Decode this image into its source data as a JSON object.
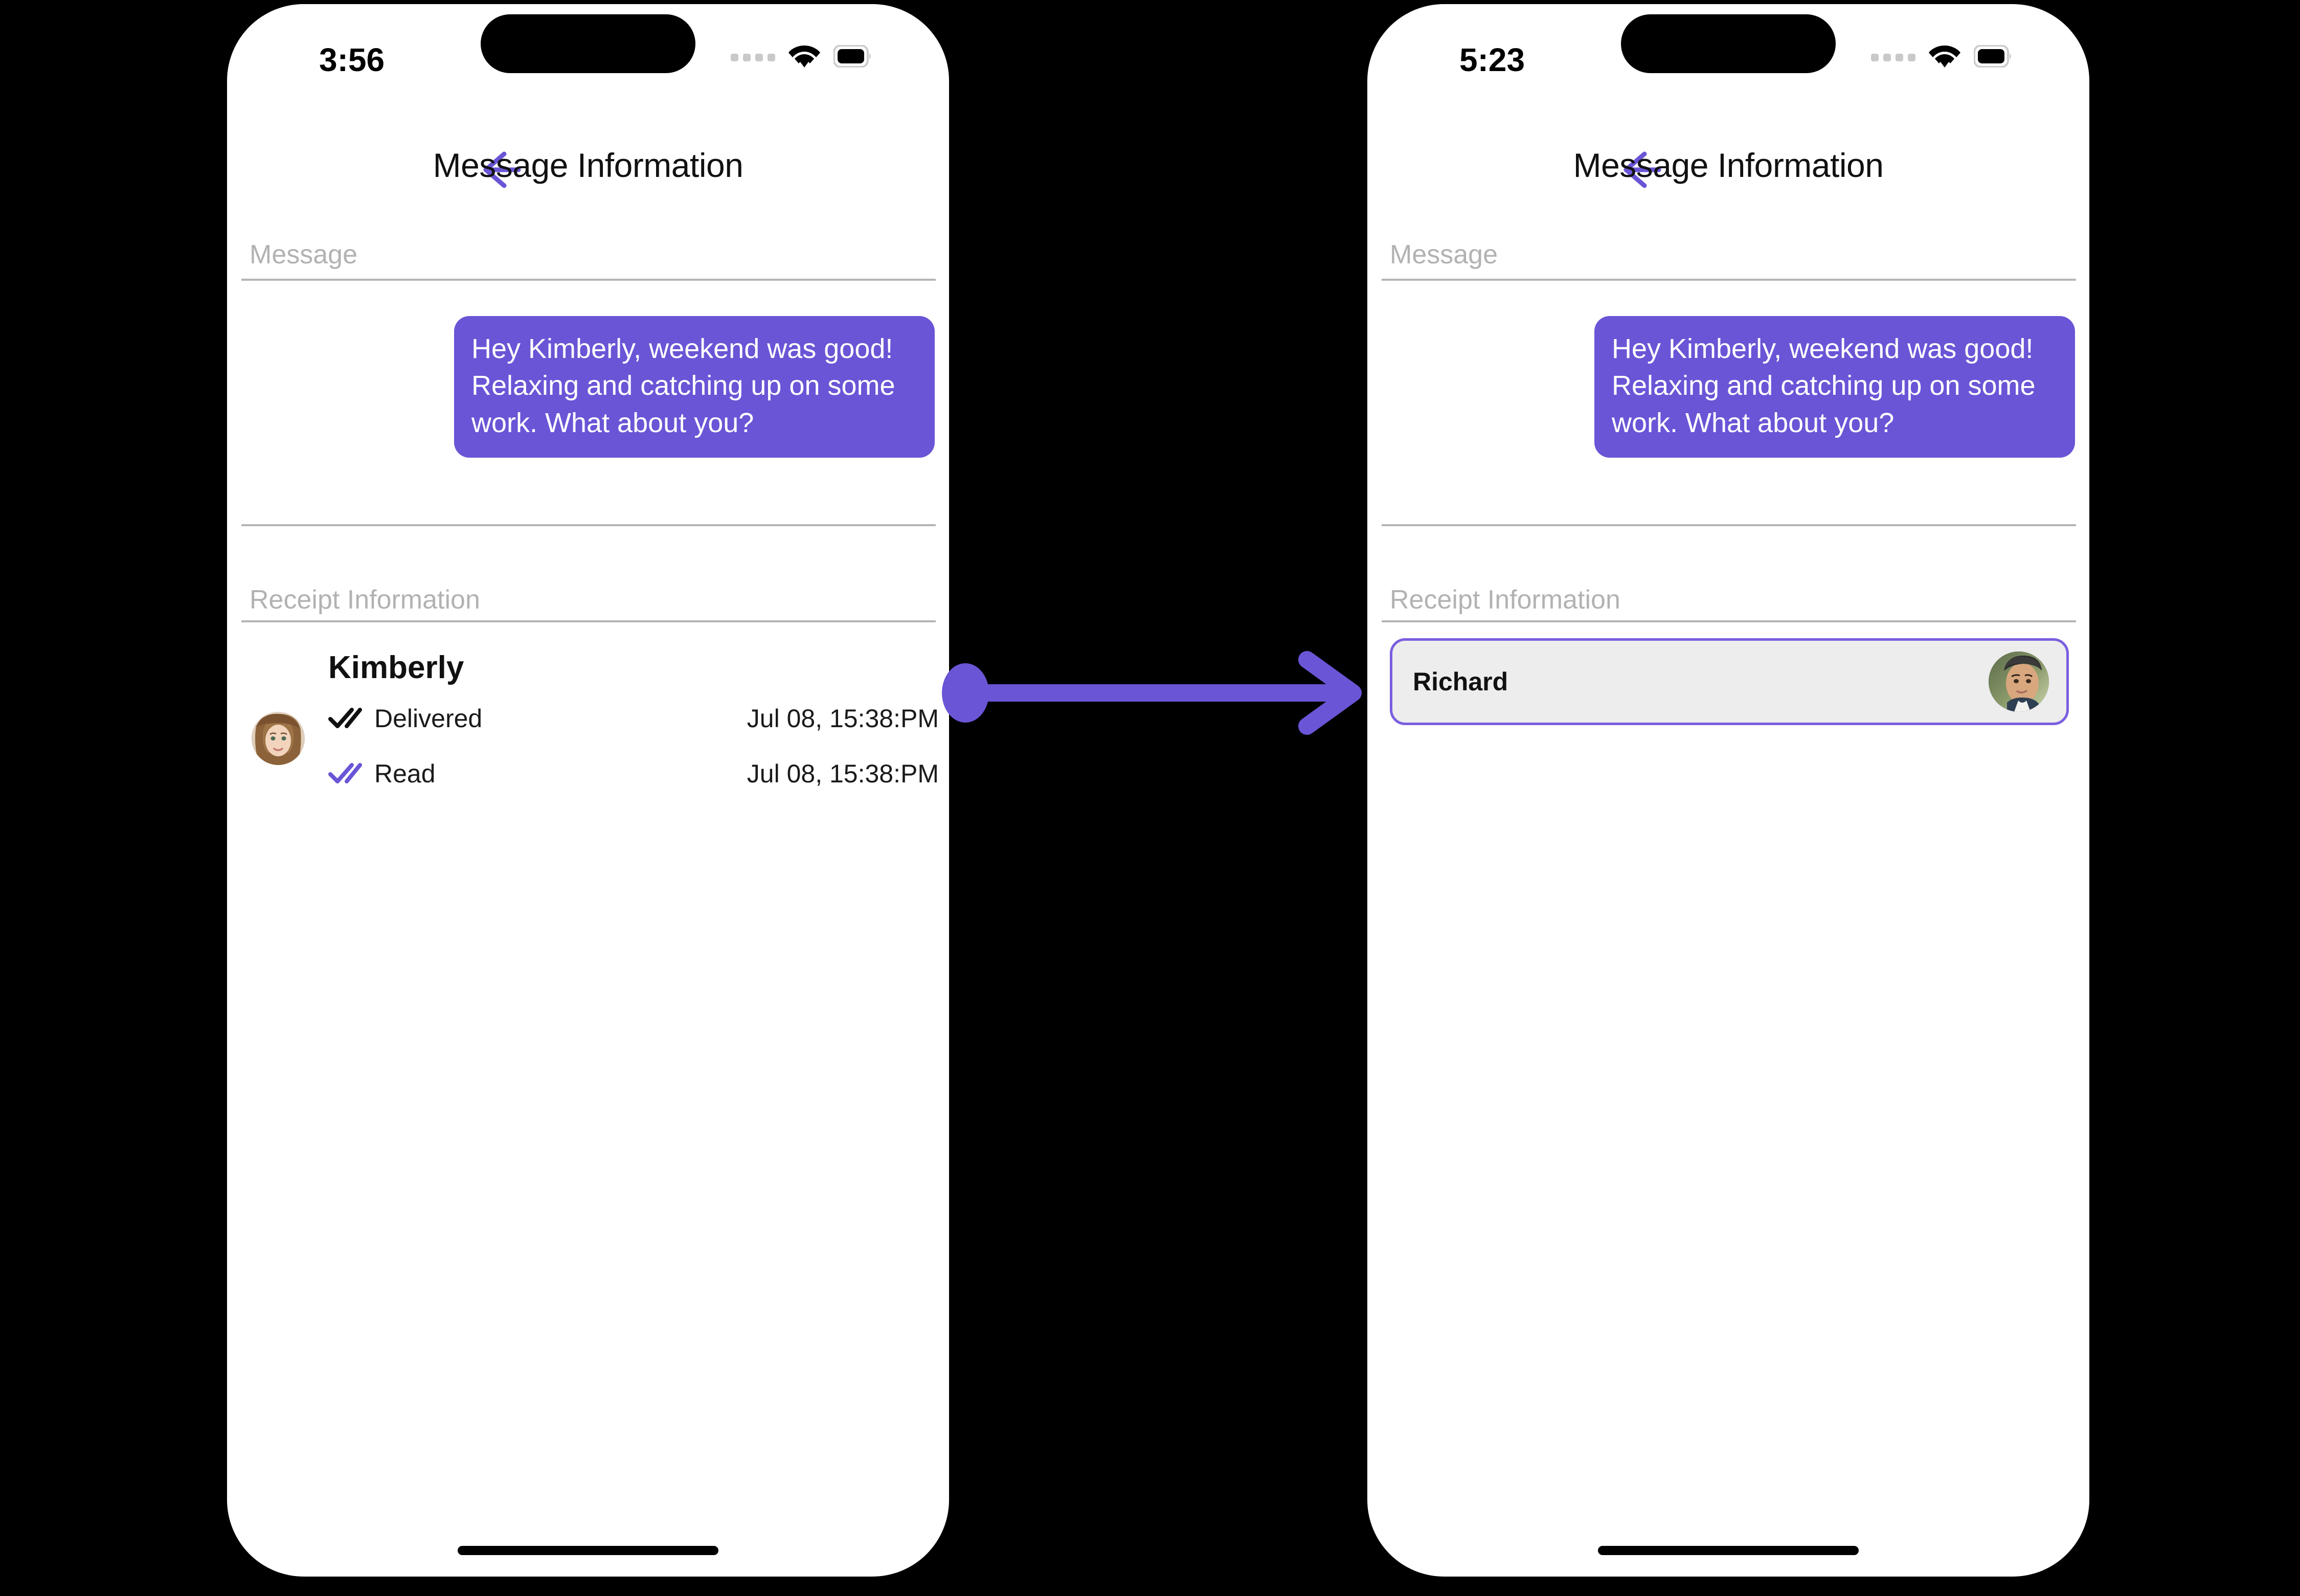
{
  "accent_color": "#6a55d6",
  "screens": [
    {
      "id": "left",
      "status": {
        "time": "3:56",
        "signal_icon": "signal-dots-icon",
        "wifi_icon": "wifi-icon",
        "battery_icon": "battery-full-icon"
      },
      "nav": {
        "back_icon": "back-arrow-icon",
        "title": "Message Information"
      },
      "sections": {
        "message_label": "Message",
        "receipt_label": "Receipt Information"
      },
      "message": {
        "text": "Hey Kimberly, weekend was good!  Relaxing and catching up on some work. What about you?"
      },
      "receipt": {
        "name": "Kimberly",
        "avatar_name": "kimberly-avatar",
        "rows": [
          {
            "status": "Delivered",
            "timestamp": "Jul 08, 15:38:PM",
            "tick_icon": "double-check-icon",
            "tick_color": "#111111"
          },
          {
            "status": "Read",
            "timestamp": "Jul 08, 15:38:PM",
            "tick_icon": "double-check-icon",
            "tick_color": "#6a55d6"
          }
        ]
      }
    },
    {
      "id": "right",
      "status": {
        "time": "5:23",
        "signal_icon": "signal-dots-icon",
        "wifi_icon": "wifi-icon",
        "battery_icon": "battery-full-icon"
      },
      "nav": {
        "back_icon": "back-arrow-icon",
        "title": "Message Information"
      },
      "sections": {
        "message_label": "Message",
        "receipt_label": "Receipt Information"
      },
      "message": {
        "text": "Hey Kimberly, weekend was good!  Relaxing and catching up on some work. What about you?"
      },
      "receipt": {
        "card_name": "Richard",
        "avatar_name": "richard-avatar",
        "card_bg": "#ededed",
        "card_border": "#7a5ee0"
      }
    }
  ],
  "connector": {
    "type": "arrow-right",
    "color": "#6a55d6",
    "has_start_dot": true
  }
}
